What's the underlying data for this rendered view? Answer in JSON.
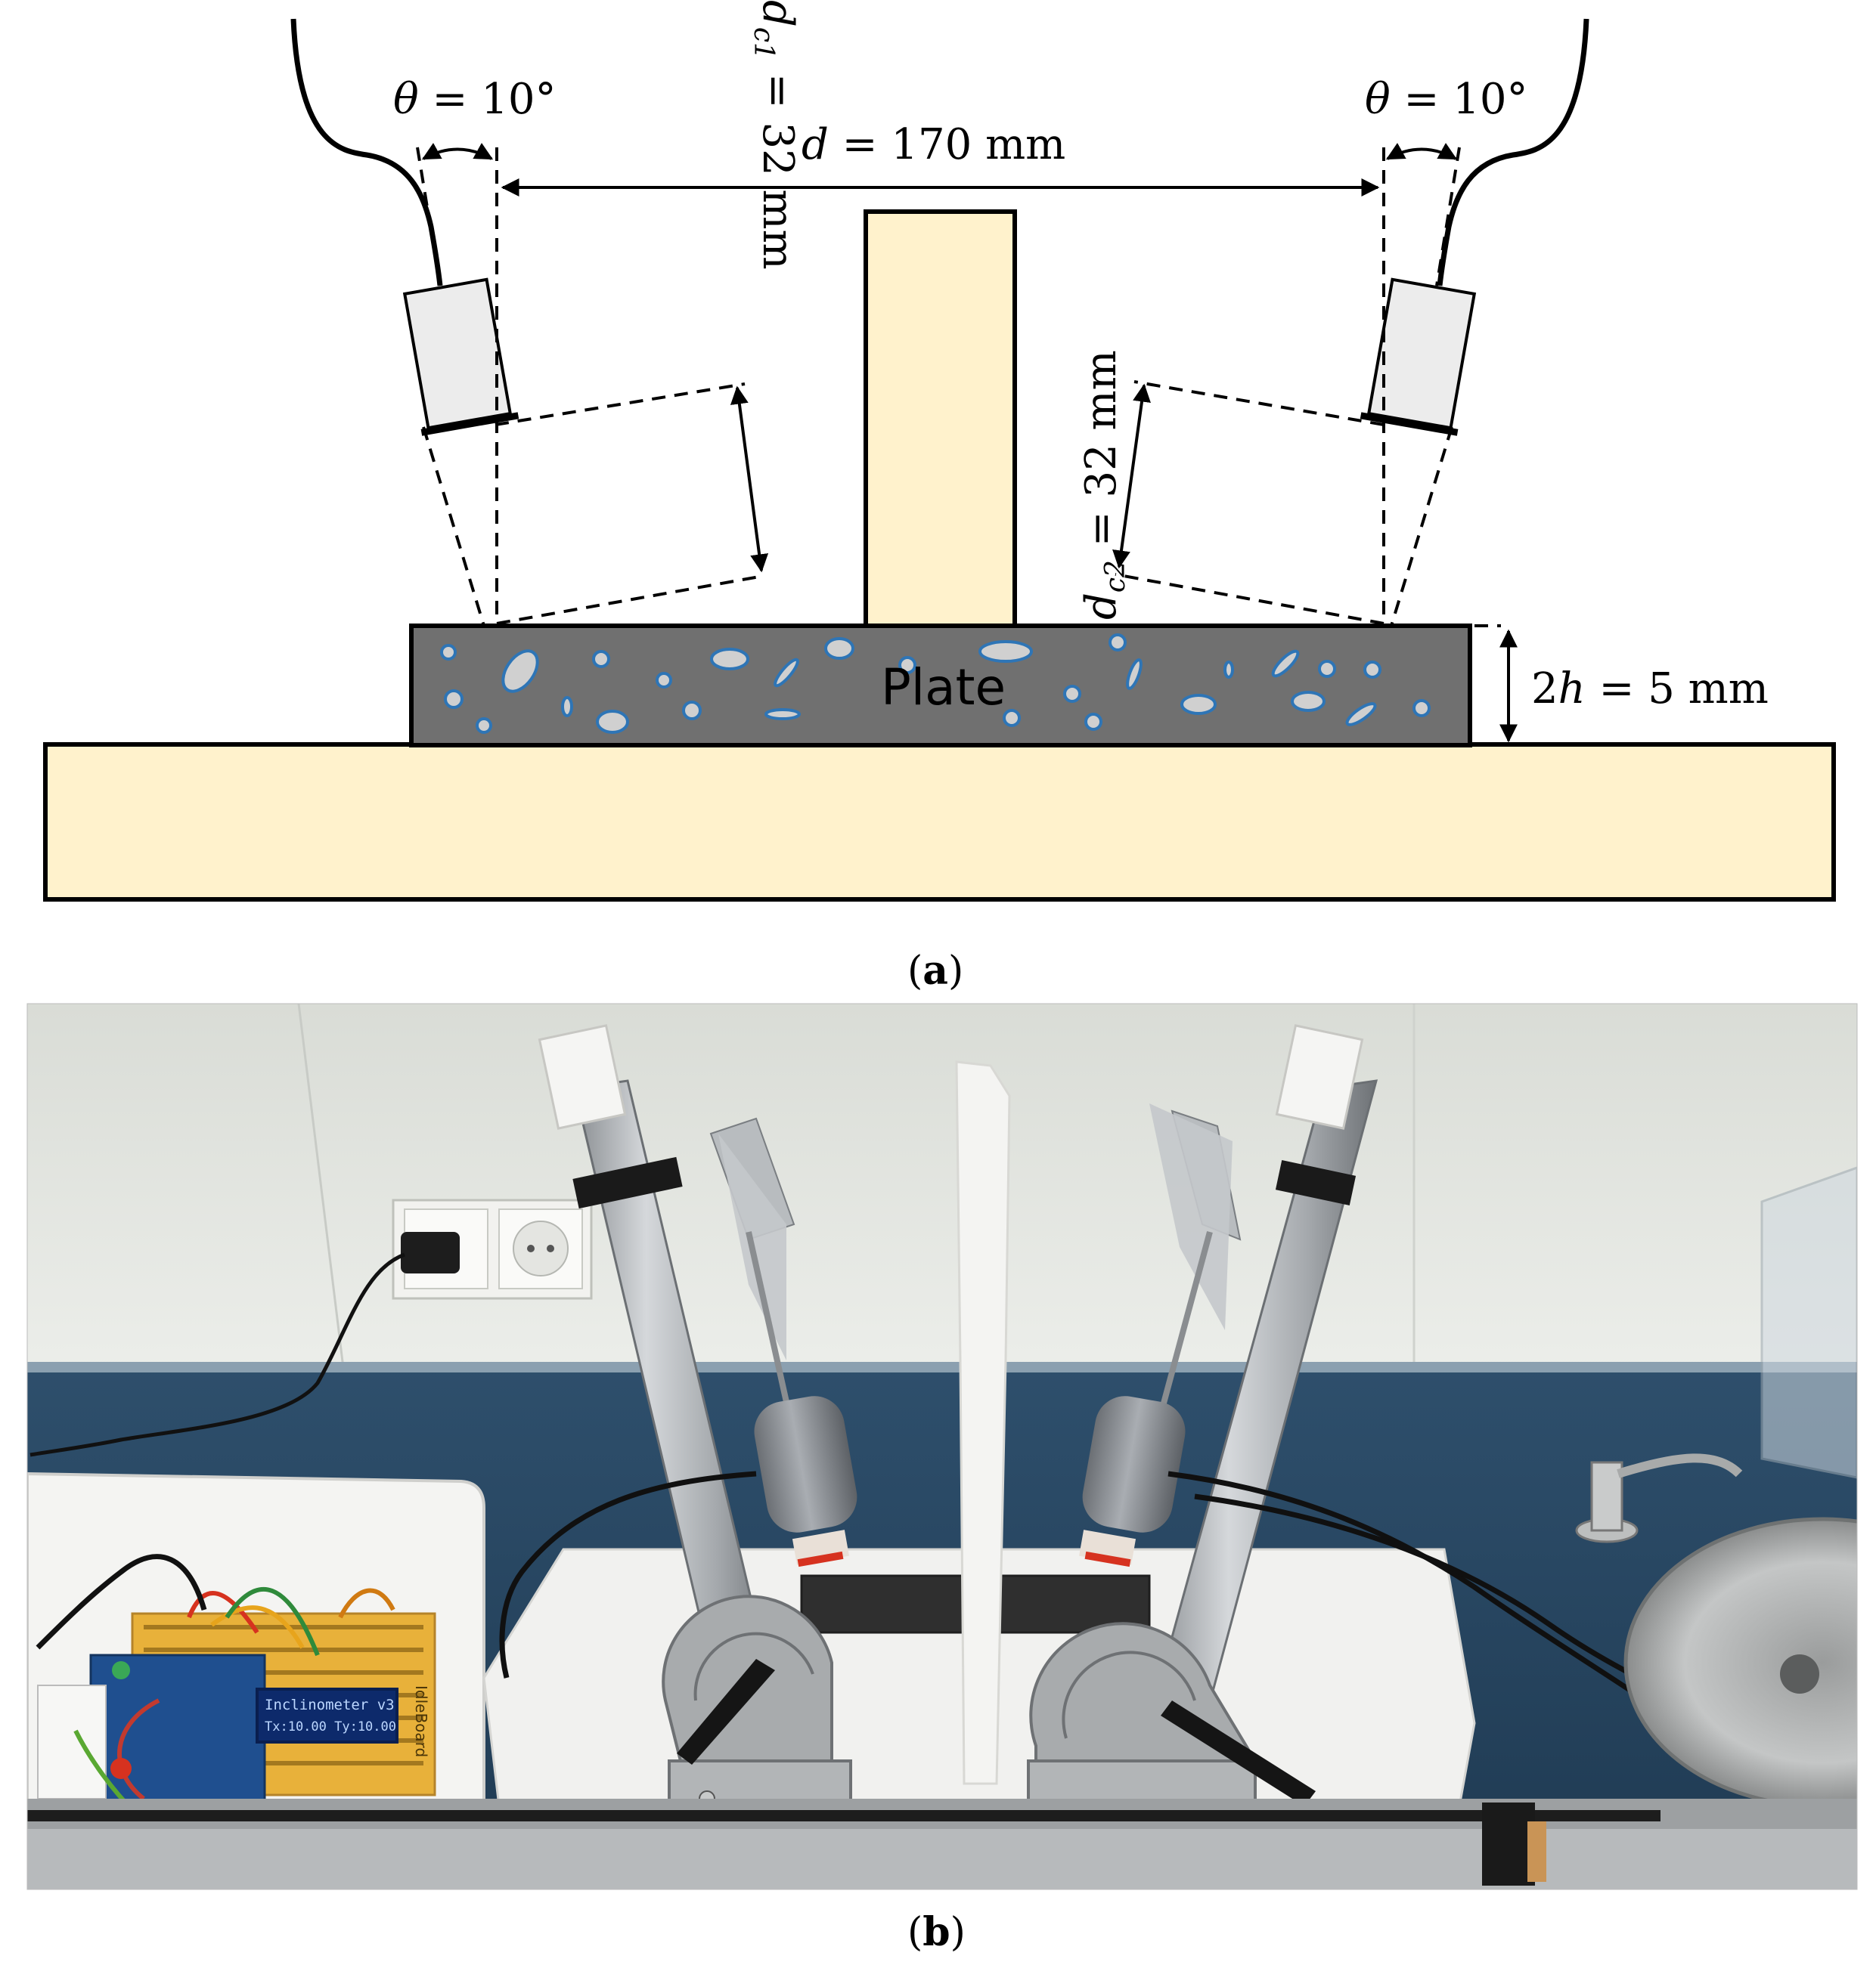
{
  "panel_a": {
    "theta_left": {
      "symbol": "θ",
      "rest": " = 10°"
    },
    "theta_right": {
      "symbol": "θ",
      "rest": " = 10°"
    },
    "distance": {
      "symbol": "d",
      "rest": " = 170 mm"
    },
    "dc1": {
      "d": "d",
      "sub": "c1",
      "rest": " = 32 mm"
    },
    "dc2": {
      "d": "d",
      "sub": "c2",
      "rest": " = 32 mm"
    },
    "plate_label": "Plate",
    "thickness": {
      "prefix": "2",
      "h": "h",
      "rest": " = 5 mm"
    },
    "caption": {
      "open": "(",
      "letter": "a",
      "close": ")"
    },
    "colors": {
      "support": "#fff2cc",
      "plate": "#707070",
      "inclusion_fill": "#d0d0d0",
      "inclusion_stroke": "#2e75b6",
      "sensor": "#ececec"
    }
  },
  "panel_b": {
    "caption": {
      "open": "(",
      "letter": "b",
      "close": ")"
    },
    "lcd_line1": "Inclinometer v3",
    "lcd_line2": "Tx:10.00 Ty:10.00",
    "board_label": "IdleBoard"
  }
}
